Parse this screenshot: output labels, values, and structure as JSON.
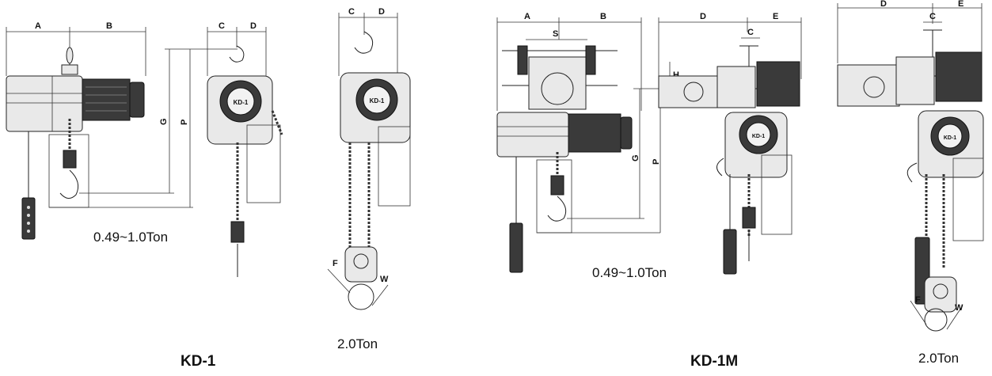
{
  "diagram": {
    "models": [
      "KD-1",
      "KD-1M"
    ],
    "capacities": {
      "kd1_small": "0.49~1.0Ton",
      "kd1_large": "2.0Ton",
      "kd1m_small": "0.49~1.0Ton",
      "kd1m_large": "2.0Ton"
    },
    "dimension_labels": {
      "A": "A",
      "B": "B",
      "C": "C",
      "D": "D",
      "E": "E",
      "G": "G",
      "P": "P",
      "S": "S",
      "H": "H",
      "F": "F",
      "W": "W"
    },
    "hoist_plate_label": "KD-1"
  }
}
